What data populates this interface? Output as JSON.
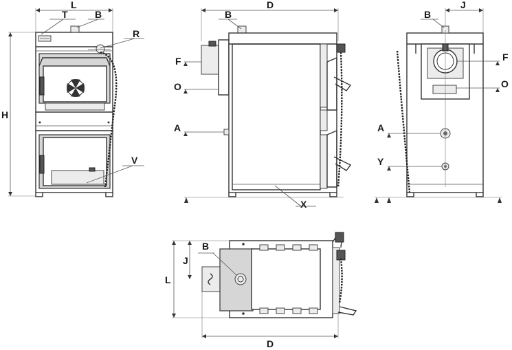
{
  "diagram": {
    "labels": {
      "L": "L",
      "B": "B",
      "T": "T",
      "R": "R",
      "H": "H",
      "V": "V",
      "D": "D",
      "F": "F",
      "O": "O",
      "A": "A",
      "X": "X",
      "J": "J",
      "Y": "Y"
    }
  }
}
